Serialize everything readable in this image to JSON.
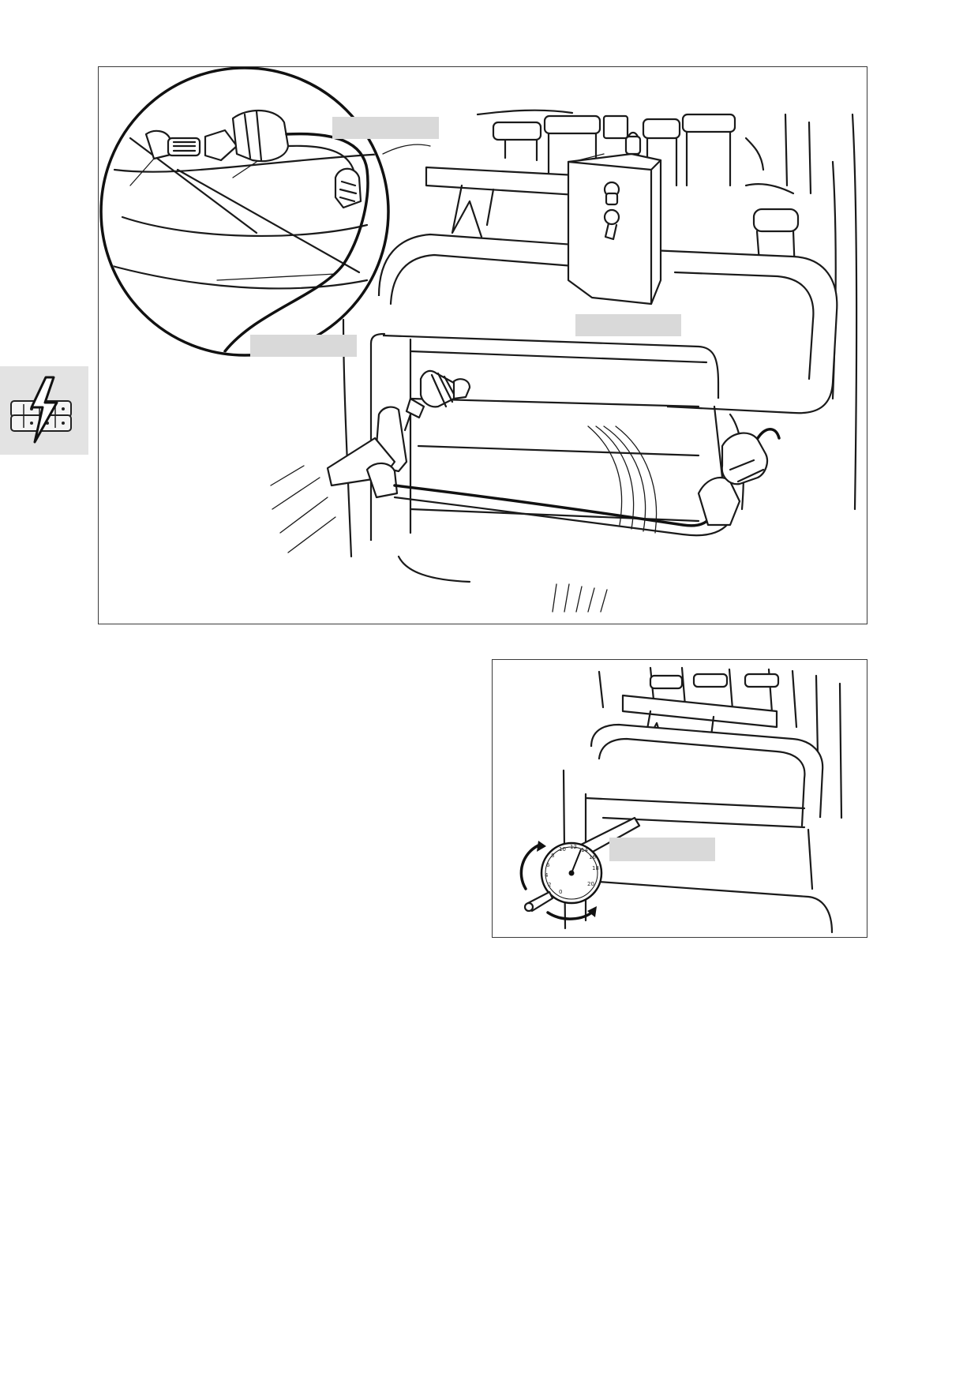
{
  "document": {
    "section_icon": "electrical-system-icon",
    "figures": [
      {
        "id": "figure-spark-tester",
        "subject": "spark-tester-icon",
        "callouts": [
          "",
          "",
          "",
          ""
        ]
      },
      {
        "id": "figure-compression-gauge",
        "subject": "compression-gauge-icon",
        "gauge_scale": [
          "0",
          "2",
          "4",
          "6",
          "8",
          "10",
          "12",
          "14",
          "16",
          "18",
          "20"
        ],
        "callouts": [
          ""
        ]
      }
    ]
  },
  "colors": {
    "ink": "#1a1a1a",
    "callout_fill": "#d9d9d9",
    "tab_fill": "#e3e3e3"
  }
}
